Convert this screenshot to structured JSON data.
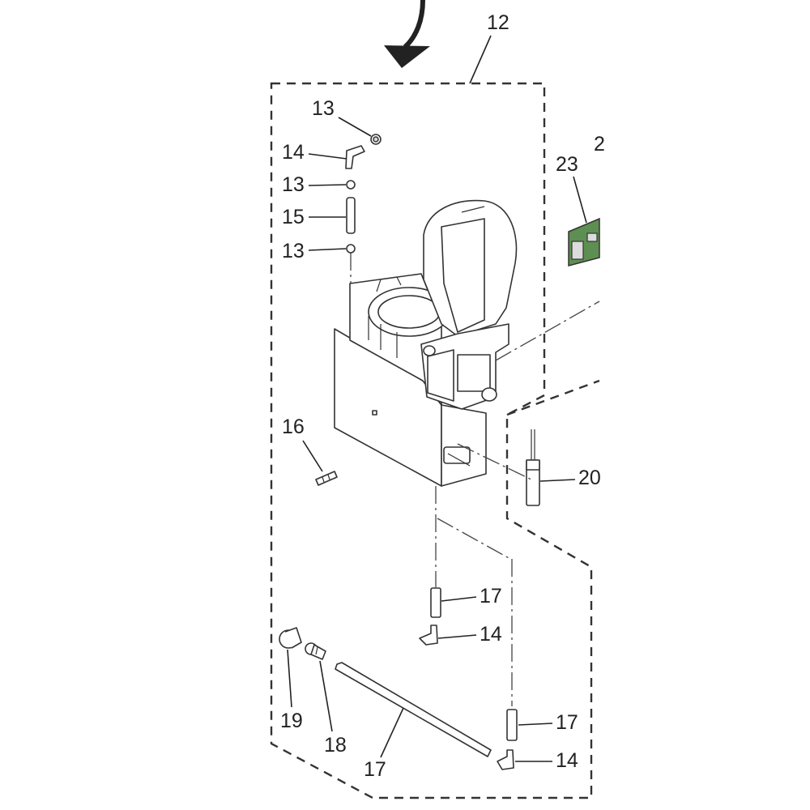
{
  "callouts": {
    "c12": "12",
    "c13a": "13",
    "c14a": "14",
    "c13b": "13",
    "c15": "15",
    "c13c": "13",
    "c23": "23",
    "c23_partial": "2",
    "c16": "16",
    "c20": "20",
    "c17a": "17",
    "c14b": "14",
    "c19": "19",
    "c18": "18",
    "c17b": "17",
    "c17c": "17",
    "c14c": "14"
  },
  "colors": {
    "line": "#333333",
    "board_green": "#5e8f52",
    "background": "#ffffff"
  }
}
